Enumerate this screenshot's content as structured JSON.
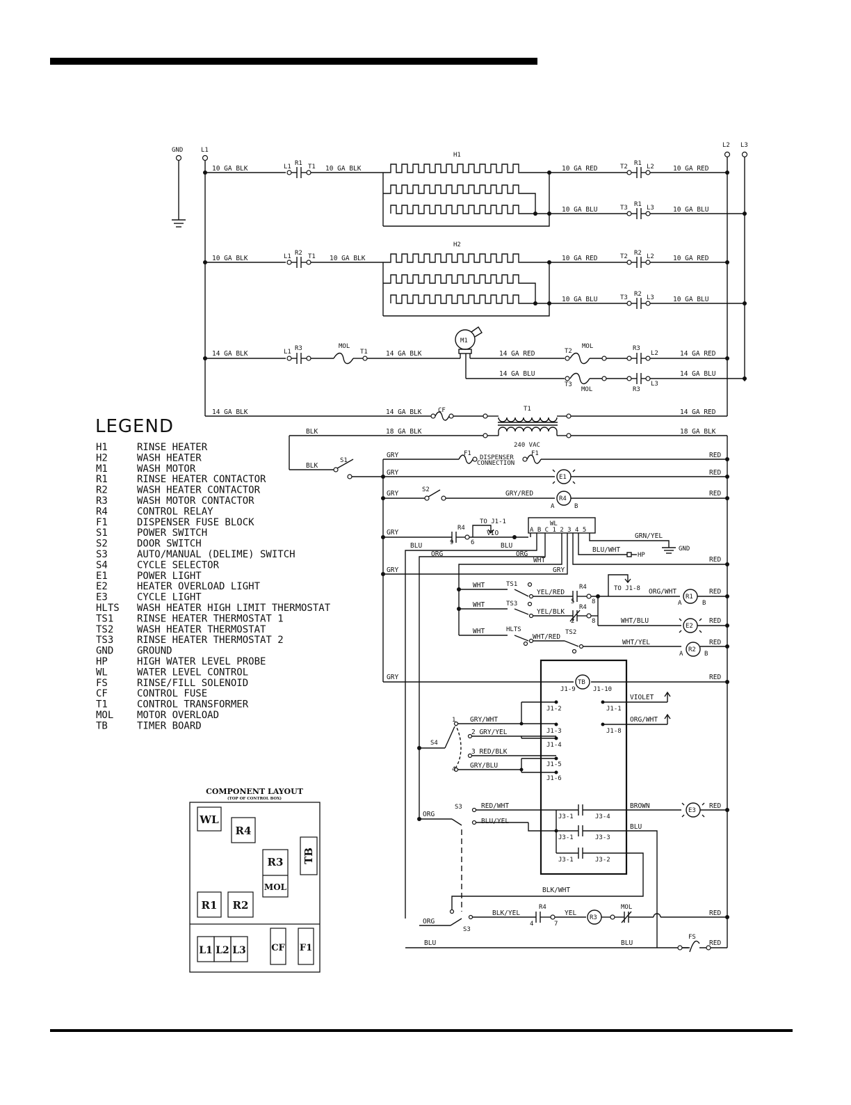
{
  "labels": {
    "gnd": "GND",
    "l1": "L1",
    "l2": "L2",
    "l3": "L3",
    "h1": "H1",
    "h2": "H2",
    "ga10blk": "10 GA BLK",
    "ga10red": "10 GA RED",
    "ga10blu": "10 GA BLU",
    "ga14blk": "14 GA BLK",
    "ga14red": "14 GA RED",
    "ga14blu": "14 GA BLU",
    "ga18blk": "18 GA BLK",
    "r1": "R1",
    "r2": "R2",
    "r3": "R3",
    "r4": "R4",
    "t1": "T1",
    "t2": "T2",
    "t3": "T3",
    "mol": "MOL",
    "m1": "M1",
    "cf": "CF",
    "vac": "240 VAC",
    "blk": "BLK",
    "gry": "GRY",
    "red": "RED",
    "blu": "BLU",
    "org": "ORG",
    "wht": "WHT",
    "yel": "YEL",
    "s1": "S1",
    "s2": "S2",
    "s3": "S3",
    "s4": "S4",
    "f1": "F1",
    "dispenser": "DISPENSER",
    "connection": "CONNECTION",
    "e1": "E1",
    "e2": "E2",
    "e3": "E3",
    "gryred": "GRY/RED",
    "a": "A",
    "b": "B",
    "toj11": "TO J1-1",
    "vio": "VIO",
    "n9": "9",
    "n6": "6",
    "wl": "WL",
    "wlterms": "A B C  1 2 3 4 5",
    "grnyel": "GRN/YEL",
    "bluwht": "BLU/WHT",
    "hp": "HP",
    "ts1": "TS1",
    "ts2": "TS2",
    "ts3": "TS3",
    "hlts": "HLTS",
    "yelred": "YEL/RED",
    "yelblk": "YEL/BLK",
    "whtred": "WHT/RED",
    "n5": "5",
    "n8": "8",
    "n2": "2",
    "toj18": "TO J1-8",
    "orgwht": "ORG/WHT",
    "whtblu": "WHT/BLU",
    "whtyel": "WHT/YEL",
    "tb": "TB",
    "j19": "J1-9",
    "j110": "J1-10",
    "j12": "J1-2",
    "j13": "J1-3",
    "j14": "J1-4",
    "j15": "J1-5",
    "j16": "J1-6",
    "j11": "J1-1",
    "j18": "J1-8",
    "violet": "VIOLET",
    "grywht": "GRY/WHT",
    "gryyel": "2 GRY/YEL",
    "redblk": "3 RED/BLK",
    "gryblu": "GRY/BLU",
    "s4n1": "1",
    "s4n4": "4",
    "redwht": "RED/WHT",
    "bluyel": "BLU/YEL",
    "j31": "J3-1",
    "j34": "J3-4",
    "j33": "J3-3",
    "j32": "J3-2",
    "brown": "BROWN",
    "blkwht": "BLK/WHT",
    "blkyel": "BLK/YEL",
    "n4": "4",
    "n7": "7",
    "fs": "FS"
  },
  "legend": {
    "title": "LEGEND",
    "items": [
      {
        "code": "H1",
        "desc": "RINSE HEATER"
      },
      {
        "code": "H2",
        "desc": "WASH HEATER"
      },
      {
        "code": "M1",
        "desc": "WASH MOTOR"
      },
      {
        "code": "R1",
        "desc": "RINSE HEATER CONTACTOR"
      },
      {
        "code": "R2",
        "desc": "WASH HEATER CONTACTOR"
      },
      {
        "code": "R3",
        "desc": "WASH MOTOR CONTACTOR"
      },
      {
        "code": "R4",
        "desc": "CONTROL RELAY"
      },
      {
        "code": "F1",
        "desc": "DISPENSER FUSE BLOCK"
      },
      {
        "code": "S1",
        "desc": "POWER SWITCH"
      },
      {
        "code": "S2",
        "desc": "DOOR SWITCH"
      },
      {
        "code": "S3",
        "desc": "AUTO/MANUAL (DELIME) SWITCH"
      },
      {
        "code": "S4",
        "desc": "CYCLE SELECTOR"
      },
      {
        "code": "E1",
        "desc": "POWER LIGHT"
      },
      {
        "code": "E2",
        "desc": "HEATER OVERLOAD LIGHT"
      },
      {
        "code": "E3",
        "desc": "CYCLE LIGHT"
      },
      {
        "code": "HLTS",
        "desc": "WASH HEATER HIGH LIMIT THERMOSTAT"
      },
      {
        "code": "TS1",
        "desc": "RINSE HEATER THERMOSTAT 1"
      },
      {
        "code": "TS2",
        "desc": "WASH HEATER THERMOSTAT"
      },
      {
        "code": "TS3",
        "desc": "RINSE HEATER THERMOSTAT 2"
      },
      {
        "code": "GND",
        "desc": "GROUND"
      },
      {
        "code": "HP",
        "desc": "HIGH WATER LEVEL PROBE"
      },
      {
        "code": "WL",
        "desc": "WATER LEVEL CONTROL"
      },
      {
        "code": "FS",
        "desc": "RINSE/FILL SOLENOID"
      },
      {
        "code": "CF",
        "desc": "CONTROL FUSE"
      },
      {
        "code": "T1",
        "desc": "CONTROL TRANSFORMER"
      },
      {
        "code": "MOL",
        "desc": "MOTOR OVERLOAD"
      },
      {
        "code": "TB",
        "desc": "TIMER BOARD"
      }
    ]
  },
  "layout": {
    "title": "COMPONENT LAYOUT",
    "subtitle": "(TOP OF CONTROL BOX)",
    "boxes": {
      "wl": "WL",
      "r4": "R4",
      "r3": "R3",
      "mol": "MOL",
      "tb": "TB",
      "r1": "R1",
      "r2": "R2",
      "l1": "L1",
      "l2": "L2",
      "l3": "L3",
      "cf": "CF",
      "f1": "F1"
    }
  }
}
